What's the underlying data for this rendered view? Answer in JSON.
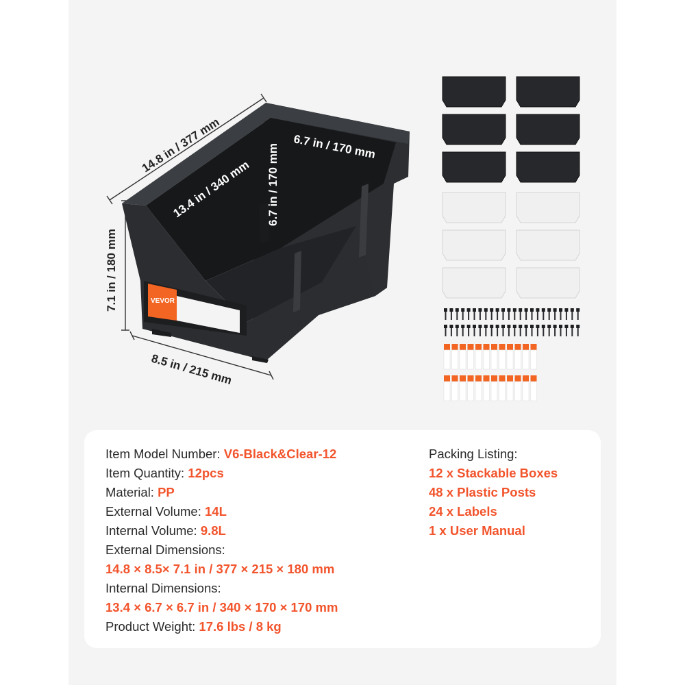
{
  "brand": "VEVOR",
  "colors": {
    "accent": "#f2542c",
    "bin_body": "#2b2d30",
    "bin_clear": "#f0f0f0",
    "label_orange": "#f26522"
  },
  "dimensions": {
    "outer_length": "14.8 in / 377 mm",
    "outer_width": "8.5 in / 215 mm",
    "outer_height": "7.1 in / 180 mm",
    "inner_length": "13.4 in / 340 mm",
    "inner_width": "6.7 in / 170 mm",
    "inner_height": "6.7 in / 170 mm"
  },
  "package_contents_image": {
    "black_bins": 6,
    "clear_bins": 6,
    "posts": 48,
    "labels": 24
  },
  "specs": {
    "model_key": "Item Model Number: ",
    "model_val": "V6-Black&Clear-12",
    "quantity_key": "Item Quantity: ",
    "quantity_val": "12pcs",
    "material_key": "Material: ",
    "material_val": "PP",
    "ext_volume_key": "External Volume: ",
    "ext_volume_val": "14L",
    "int_volume_key": "Internal Volume: ",
    "int_volume_val": "9.8L",
    "ext_dim_key": "External Dimensions:",
    "ext_dim_val": "14.8 × 8.5× 7.1 in / 377 × 215 × 180 mm",
    "int_dim_key": "Internal Dimensions:",
    "int_dim_val": "13.4 × 6.7 × 6.7 in / 340 × 170 × 170 mm",
    "weight_key": "Product Weight: ",
    "weight_val": "17.6 lbs / 8 kg"
  },
  "packing": {
    "title": "Packing Listing:",
    "items": [
      "12 x Stackable Boxes",
      "48 x Plastic Posts",
      "24 x Labels",
      "1 x User Manual"
    ]
  }
}
